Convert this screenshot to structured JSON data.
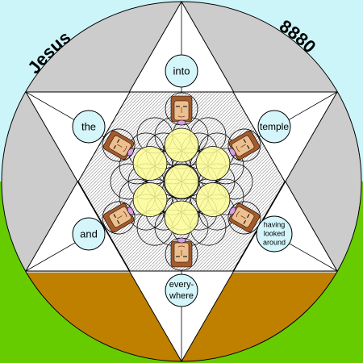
{
  "header": {
    "left_word": "Jesus",
    "right_word": "8880"
  },
  "bubbles": {
    "top": "into",
    "upper_left": "the",
    "upper_right": "temple",
    "lower_left": "and",
    "lower_right": [
      "having",
      "looked",
      "around"
    ],
    "bottom": [
      "every-",
      "where"
    ]
  },
  "colors": {
    "sky": "#ccf5fa",
    "grass": "#66cc00",
    "disc_upper": "#cccccc",
    "disc_lower": "#bf8000",
    "bubble": "#d4f5fa",
    "yellow_circle": "#ffff99",
    "face_skin": "#ebbf8f",
    "face_hair": "#a55a2a"
  }
}
